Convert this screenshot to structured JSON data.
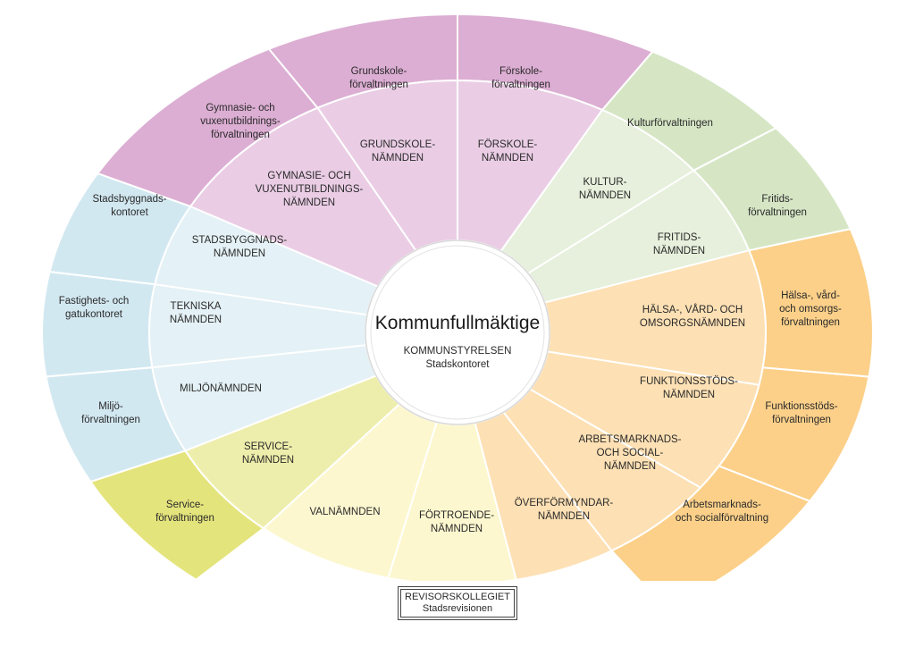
{
  "center": {
    "title": "Kommunfullmäktige",
    "subtitle_line1": "KOMMUNSTYRELSEN",
    "subtitle_line2": "Stadskontoret"
  },
  "colors": {
    "pink_outer": "#dcaed3",
    "pink_inner": "#eacde5",
    "green_outer": "#d6e6c5",
    "green_inner": "#e6f0dc",
    "orange_outer": "#fcd089",
    "orange_inner": "#fde0b4",
    "yellow_inner": "#fdf7cf",
    "lime_outer": "#e4e47c",
    "lime_inner": "#eeeeac",
    "blue_outer": "#d2e8f1",
    "blue_inner": "#e4f1f6"
  },
  "nodes": [
    {
      "id": "stadsbyggnadskontoret",
      "ring": "outer",
      "color": "blue_outer",
      "lines": [
        "Stadsbyggnads-",
        "kontoret"
      ]
    },
    {
      "id": "fastighets-och-gatukontoret",
      "ring": "outer",
      "color": "blue_outer",
      "lines": [
        "Fastighets- och",
        "gatukontoret"
      ]
    },
    {
      "id": "miljoforvaltningen",
      "ring": "outer",
      "color": "blue_outer",
      "lines": [
        "Miljö-",
        "förvaltningen"
      ]
    },
    {
      "id": "serviceforvaltningen",
      "ring": "outer",
      "color": "lime_outer",
      "lines": [
        "Service-",
        "förvaltningen"
      ]
    },
    {
      "id": "arbetsmarknads-och-socialforvaltning",
      "ring": "outer",
      "color": "orange_outer",
      "lines": [
        "Arbetsmarknads-",
        "och socialförvaltning"
      ]
    },
    {
      "id": "funktionsstodsforvaltningen",
      "ring": "outer",
      "color": "orange_outer",
      "lines": [
        "Funktionsstöds-",
        "förvaltningen"
      ]
    },
    {
      "id": "halsa-vard-omsorgsforvaltningen",
      "ring": "outer",
      "color": "orange_outer",
      "lines": [
        "Hälsa-, vård-",
        "och omsorgs-",
        "förvaltningen"
      ]
    },
    {
      "id": "fritidsforvaltningen",
      "ring": "outer",
      "color": "green_outer",
      "lines": [
        "Fritids-",
        "förvaltningen"
      ]
    },
    {
      "id": "kulturforvaltningen",
      "ring": "outer",
      "color": "green_outer",
      "lines": [
        "Kulturförvaltningen"
      ]
    },
    {
      "id": "forskoleforvaltningen",
      "ring": "outer",
      "color": "pink_outer",
      "lines": [
        "Förskole-",
        "förvaltningen"
      ]
    },
    {
      "id": "grundskoleforvaltningen",
      "ring": "outer",
      "color": "pink_outer",
      "lines": [
        "Grundskole-",
        "förvaltningen"
      ]
    },
    {
      "id": "gymnasie-och-vuxenutbildningsforvaltningen",
      "ring": "outer",
      "color": "pink_outer",
      "lines": [
        "Gymnasie- och",
        "vuxenutbildnings-",
        "förvaltningen"
      ]
    },
    {
      "id": "stadsbyggnadsnamnden",
      "ring": "inner",
      "color": "blue_inner",
      "lines": [
        "STADSBYGGNADS-",
        "NÄMNDEN"
      ]
    },
    {
      "id": "tekniska-namnden",
      "ring": "inner",
      "color": "blue_inner",
      "lines": [
        "TEKNISKA",
        "NÄMNDEN"
      ]
    },
    {
      "id": "miljonamnden",
      "ring": "inner",
      "color": "blue_inner",
      "lines": [
        "MILJÖNÄMNDEN"
      ]
    },
    {
      "id": "servicenamnden",
      "ring": "inner",
      "color": "lime_inner",
      "lines": [
        "SERVICE-",
        "NÄMNDEN"
      ]
    },
    {
      "id": "valnamnden",
      "ring": "inner",
      "color": "yellow_inner",
      "lines": [
        "VALNÄMNDEN"
      ]
    },
    {
      "id": "fortroendenamnden",
      "ring": "inner",
      "color": "yellow_inner",
      "lines": [
        "FÖRTROENDE-",
        "NÄMNDEN"
      ]
    },
    {
      "id": "overformyndarnamnden",
      "ring": "inner",
      "color": "orange_inner",
      "lines": [
        "ÖVERFÖRMYNDAR-",
        "NÄMNDEN"
      ]
    },
    {
      "id": "arbetsmarknads-och-socialnamnden",
      "ring": "inner",
      "color": "orange_inner",
      "lines": [
        "ARBETSMARKNADS-",
        "OCH SOCIAL-",
        "NÄMNDEN"
      ]
    },
    {
      "id": "funktionsstodsnamnden",
      "ring": "inner",
      "color": "orange_inner",
      "lines": [
        "FUNKTIONSSTÖDS-",
        "NÄMNDEN"
      ]
    },
    {
      "id": "halsa-vard-omsorgsnamnden",
      "ring": "inner",
      "color": "orange_inner",
      "lines": [
        "HÄLSA-, VÅRD- OCH",
        "OMSORGSNÄMNDEN"
      ]
    },
    {
      "id": "fritidsnamnden",
      "ring": "inner",
      "color": "green_inner",
      "lines": [
        "FRITIDS-",
        "NÄMNDEN"
      ]
    },
    {
      "id": "kulturnamnden",
      "ring": "inner",
      "color": "green_inner",
      "lines": [
        "KULTUR-",
        "NÄMNDEN"
      ]
    },
    {
      "id": "forskolenamnden",
      "ring": "inner",
      "color": "pink_inner",
      "lines": [
        "FÖRSKOLE-",
        "NÄMNDEN"
      ]
    },
    {
      "id": "grundskolenamnden",
      "ring": "inner",
      "color": "pink_inner",
      "lines": [
        "GRUNDSKOLE-",
        "NÄMNDEN"
      ]
    },
    {
      "id": "gymnasie-och-vuxenutbildningsnamnden",
      "ring": "inner",
      "color": "pink_inner",
      "lines": [
        "GYMNASIE- OCH",
        "VUXENUTBILDNINGS-",
        "NÄMNDEN"
      ]
    }
  ],
  "edges": [
    [
      "stadsbyggnadsnamnden",
      "stadsbyggnadskontoret"
    ],
    [
      "tekniska-namnden",
      "fastighets-och-gatukontoret"
    ],
    [
      "miljonamnden",
      "miljoforvaltningen"
    ],
    [
      "servicenamnden",
      "serviceforvaltningen"
    ],
    [
      "arbetsmarknads-och-socialnamnden",
      "arbetsmarknads-och-socialforvaltning"
    ],
    [
      "funktionsstodsnamnden",
      "funktionsstodsforvaltningen"
    ],
    [
      "halsa-vard-omsorgsnamnden",
      "halsa-vard-omsorgsforvaltningen"
    ],
    [
      "fritidsnamnden",
      "fritidsforvaltningen"
    ],
    [
      "kulturnamnden",
      "kulturforvaltningen"
    ],
    [
      "forskolenamnden",
      "forskoleforvaltningen"
    ],
    [
      "grundskolenamnden",
      "grundskoleforvaltningen"
    ],
    [
      "gymnasie-och-vuxenutbildningsnamnden",
      "gymnasie-och-vuxenutbildningsforvaltningen"
    ]
  ],
  "revisor": {
    "line1": "REVISORSKOLLEGIET",
    "line2": "Stadsrevisionen"
  }
}
